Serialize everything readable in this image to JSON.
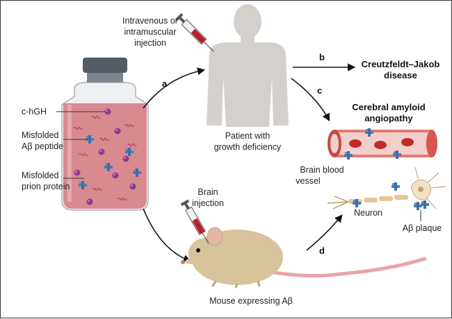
{
  "vial_labels": {
    "chgh": "c-hGH",
    "abeta_line1": "Misfolded",
    "abeta_line2": "Aβ peptide",
    "prion_line1": "Misfolded",
    "prion_line2": "prion protein"
  },
  "injection_iv": {
    "line1": "Intravenous or",
    "line2": "intramuscular",
    "line3": "injection"
  },
  "patient": {
    "line1": "Patient with",
    "line2": "growth deficiency"
  },
  "outcome_b": {
    "step": "b",
    "line1": "Creutzfeldt–Jakob",
    "line2": "disease"
  },
  "outcome_c": {
    "step": "c",
    "line1": "Cerebral amyloid",
    "line2": "angiopathy"
  },
  "step_a": "a",
  "step_d": "d",
  "vessel": {
    "line1": "Brain blood",
    "line2": "vessel"
  },
  "neuron_label": "Neuron",
  "plaque_label": "Aβ plaque",
  "brain_injection": {
    "line1": "Brain",
    "line2": "injection"
  },
  "mouse_label": "Mouse expressing Aβ",
  "colors": {
    "body": "#d4d1cc",
    "liquid": "#d98a8f",
    "prion_ball": "#8a3b8f",
    "abeta": "#4a7fb5",
    "vessel": "#d85550",
    "mouse": "#d8c49c",
    "syringe_red": "#b72025"
  }
}
